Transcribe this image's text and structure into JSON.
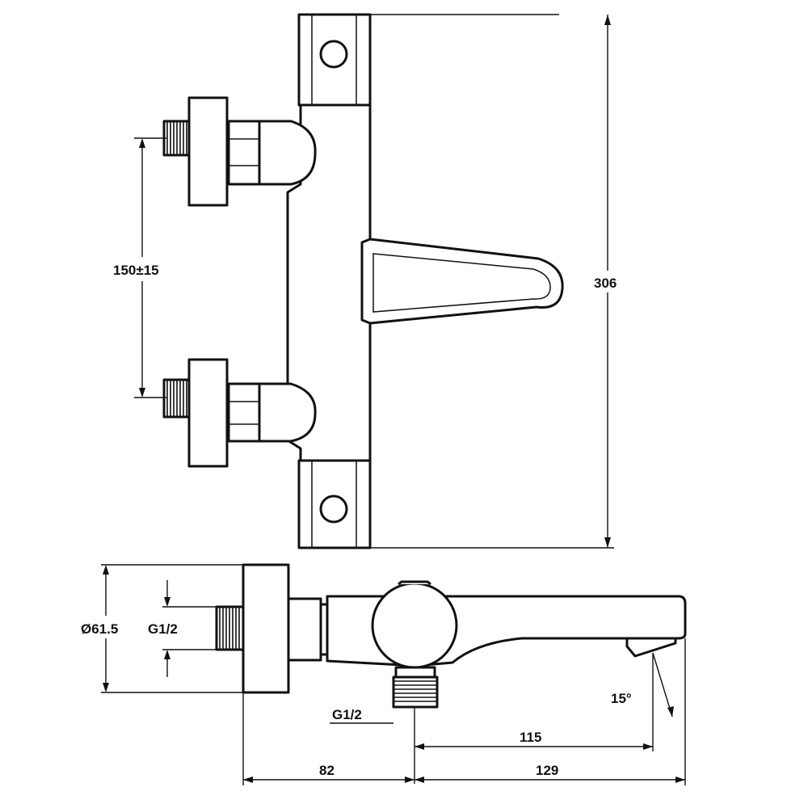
{
  "dimensions": {
    "inlet_spacing": "150±15",
    "overall_height": "306",
    "flange_diameter": "Ø61.5",
    "inlet_thread": "G1/2",
    "outlet_thread": "G1/2",
    "spout_angle": "15°",
    "outlet_to_spout": "115",
    "wall_to_outlet": "82",
    "outlet_to_spout_end": "129"
  }
}
